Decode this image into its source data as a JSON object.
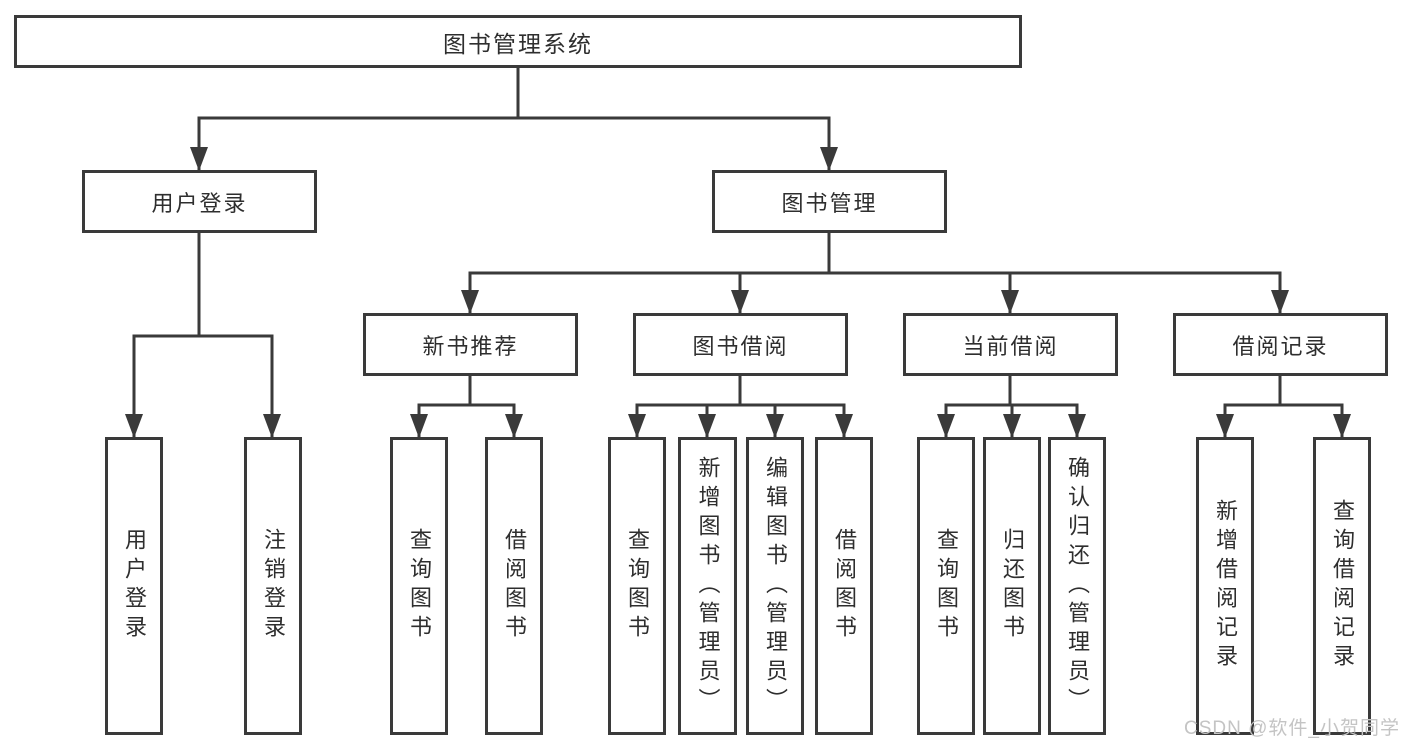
{
  "diagram": {
    "root": {
      "label": "图书管理系统"
    },
    "level2": [
      {
        "label": "用户登录"
      },
      {
        "label": "图书管理"
      }
    ],
    "level3": [
      {
        "label": "新书推荐"
      },
      {
        "label": "图书借阅"
      },
      {
        "label": "当前借阅"
      },
      {
        "label": "借阅记录"
      }
    ],
    "leaves": {
      "user_login": [
        {
          "label": "用户登录"
        },
        {
          "label": "注销登录"
        }
      ],
      "new_book": [
        {
          "label": "查询图书"
        },
        {
          "label": "借阅图书"
        }
      ],
      "book_borrow": [
        {
          "label": "查询图书"
        },
        {
          "label": "新增图书（管理员）"
        },
        {
          "label": "编辑图书（管理员）"
        },
        {
          "label": "借阅图书"
        }
      ],
      "current_borrow": [
        {
          "label": "查询图书"
        },
        {
          "label": "归还图书"
        },
        {
          "label": "确认归还（管理员）"
        }
      ],
      "borrow_records": [
        {
          "label": "新增借阅记录"
        },
        {
          "label": "查询借阅记录"
        }
      ]
    }
  },
  "watermark": {
    "text": "CSDN @软件_小贺同学"
  },
  "colors": {
    "line": "#3a3a3a",
    "text": "#2e2e2e",
    "watermark": "#c4c4c4",
    "background": "#ffffff"
  }
}
